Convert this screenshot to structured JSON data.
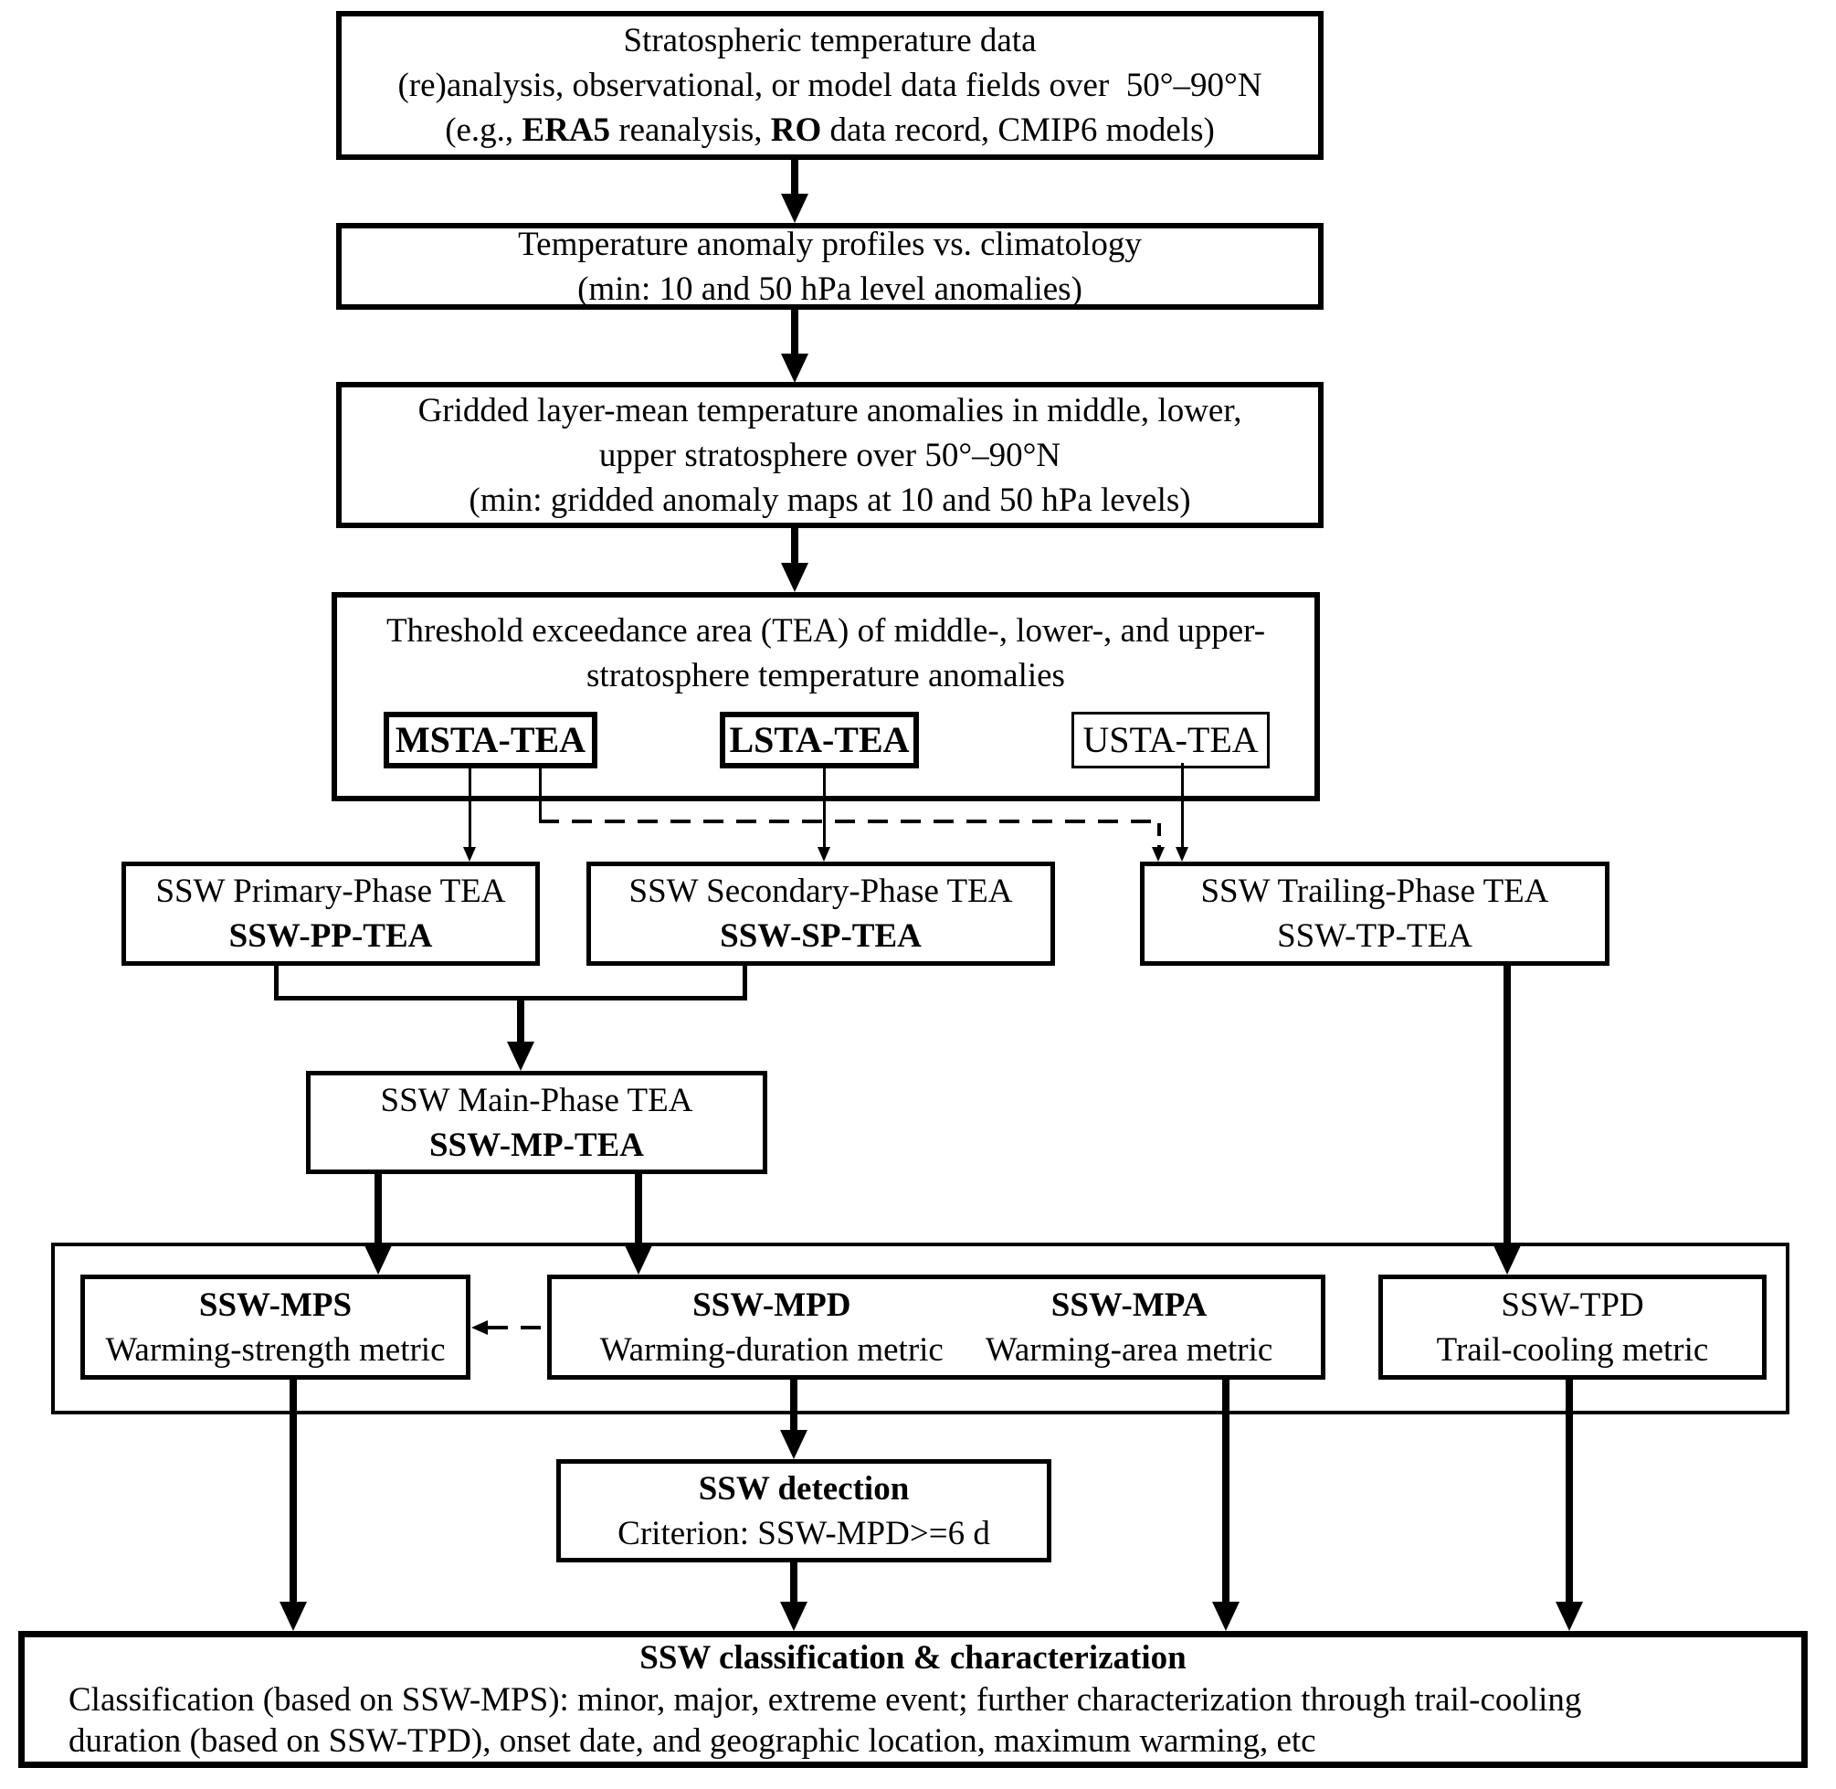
{
  "colors": {
    "line": "#000000",
    "background": "#ffffff"
  },
  "boxes": {
    "source": {
      "line1": "Stratospheric temperature data",
      "line2": "(re)analysis, observational, or model data fields over  50°–90°N",
      "line3_parts": [
        "(e.g., ",
        "ERA5",
        " reanalysis, ",
        "RO",
        " data record, CMIP6 models)"
      ]
    },
    "anomaly": {
      "line1": "Temperature anomaly profiles vs. climatology",
      "line2": "(min: 10 and 50 hPa level anomalies)"
    },
    "gridded": {
      "line1": "Gridded layer-mean temperature anomalies in middle, lower,",
      "line2": "upper stratosphere over 50°–90°N",
      "line3": "(min: gridded anomaly maps at 10 and 50 hPa levels)"
    },
    "tea": {
      "title_line1": "Threshold exceedance area (TEA) of middle-, lower-, and upper-",
      "title_line2": "stratosphere temperature anomalies",
      "msta": "MSTA-TEA",
      "lsta": "LSTA-TEA",
      "usta": "USTA-TEA"
    },
    "primary": {
      "line1": "SSW Primary-Phase TEA",
      "line2": "SSW-PP-TEA"
    },
    "secondary": {
      "line1": "SSW Secondary-Phase TEA",
      "line2": "SSW-SP-TEA"
    },
    "trailing": {
      "line1": "SSW Trailing-Phase TEA",
      "line2": "SSW-TP-TEA"
    },
    "main_phase": {
      "line1": "SSW Main-Phase TEA",
      "line2": "SSW-MP-TEA"
    },
    "mps": {
      "name": "SSW-MPS",
      "desc": "Warming-strength metric"
    },
    "mpd": {
      "name": "SSW-MPD",
      "desc": "Warming-duration metric"
    },
    "mpa": {
      "name": "SSW-MPA",
      "desc": "Warming-area metric"
    },
    "tpd": {
      "name": "SSW-TPD",
      "desc": "Trail-cooling metric"
    },
    "detection": {
      "line1": "SSW detection",
      "line2": "Criterion: SSW-MPD>=6 d"
    },
    "classification": {
      "title": "SSW classification & characterization",
      "line1": "Classification (based on SSW-MPS): minor, major, extreme event; further characterization through trail-cooling",
      "line2": "duration (based on SSW-TPD), onset date, and geographic location, maximum warming, etc"
    }
  }
}
